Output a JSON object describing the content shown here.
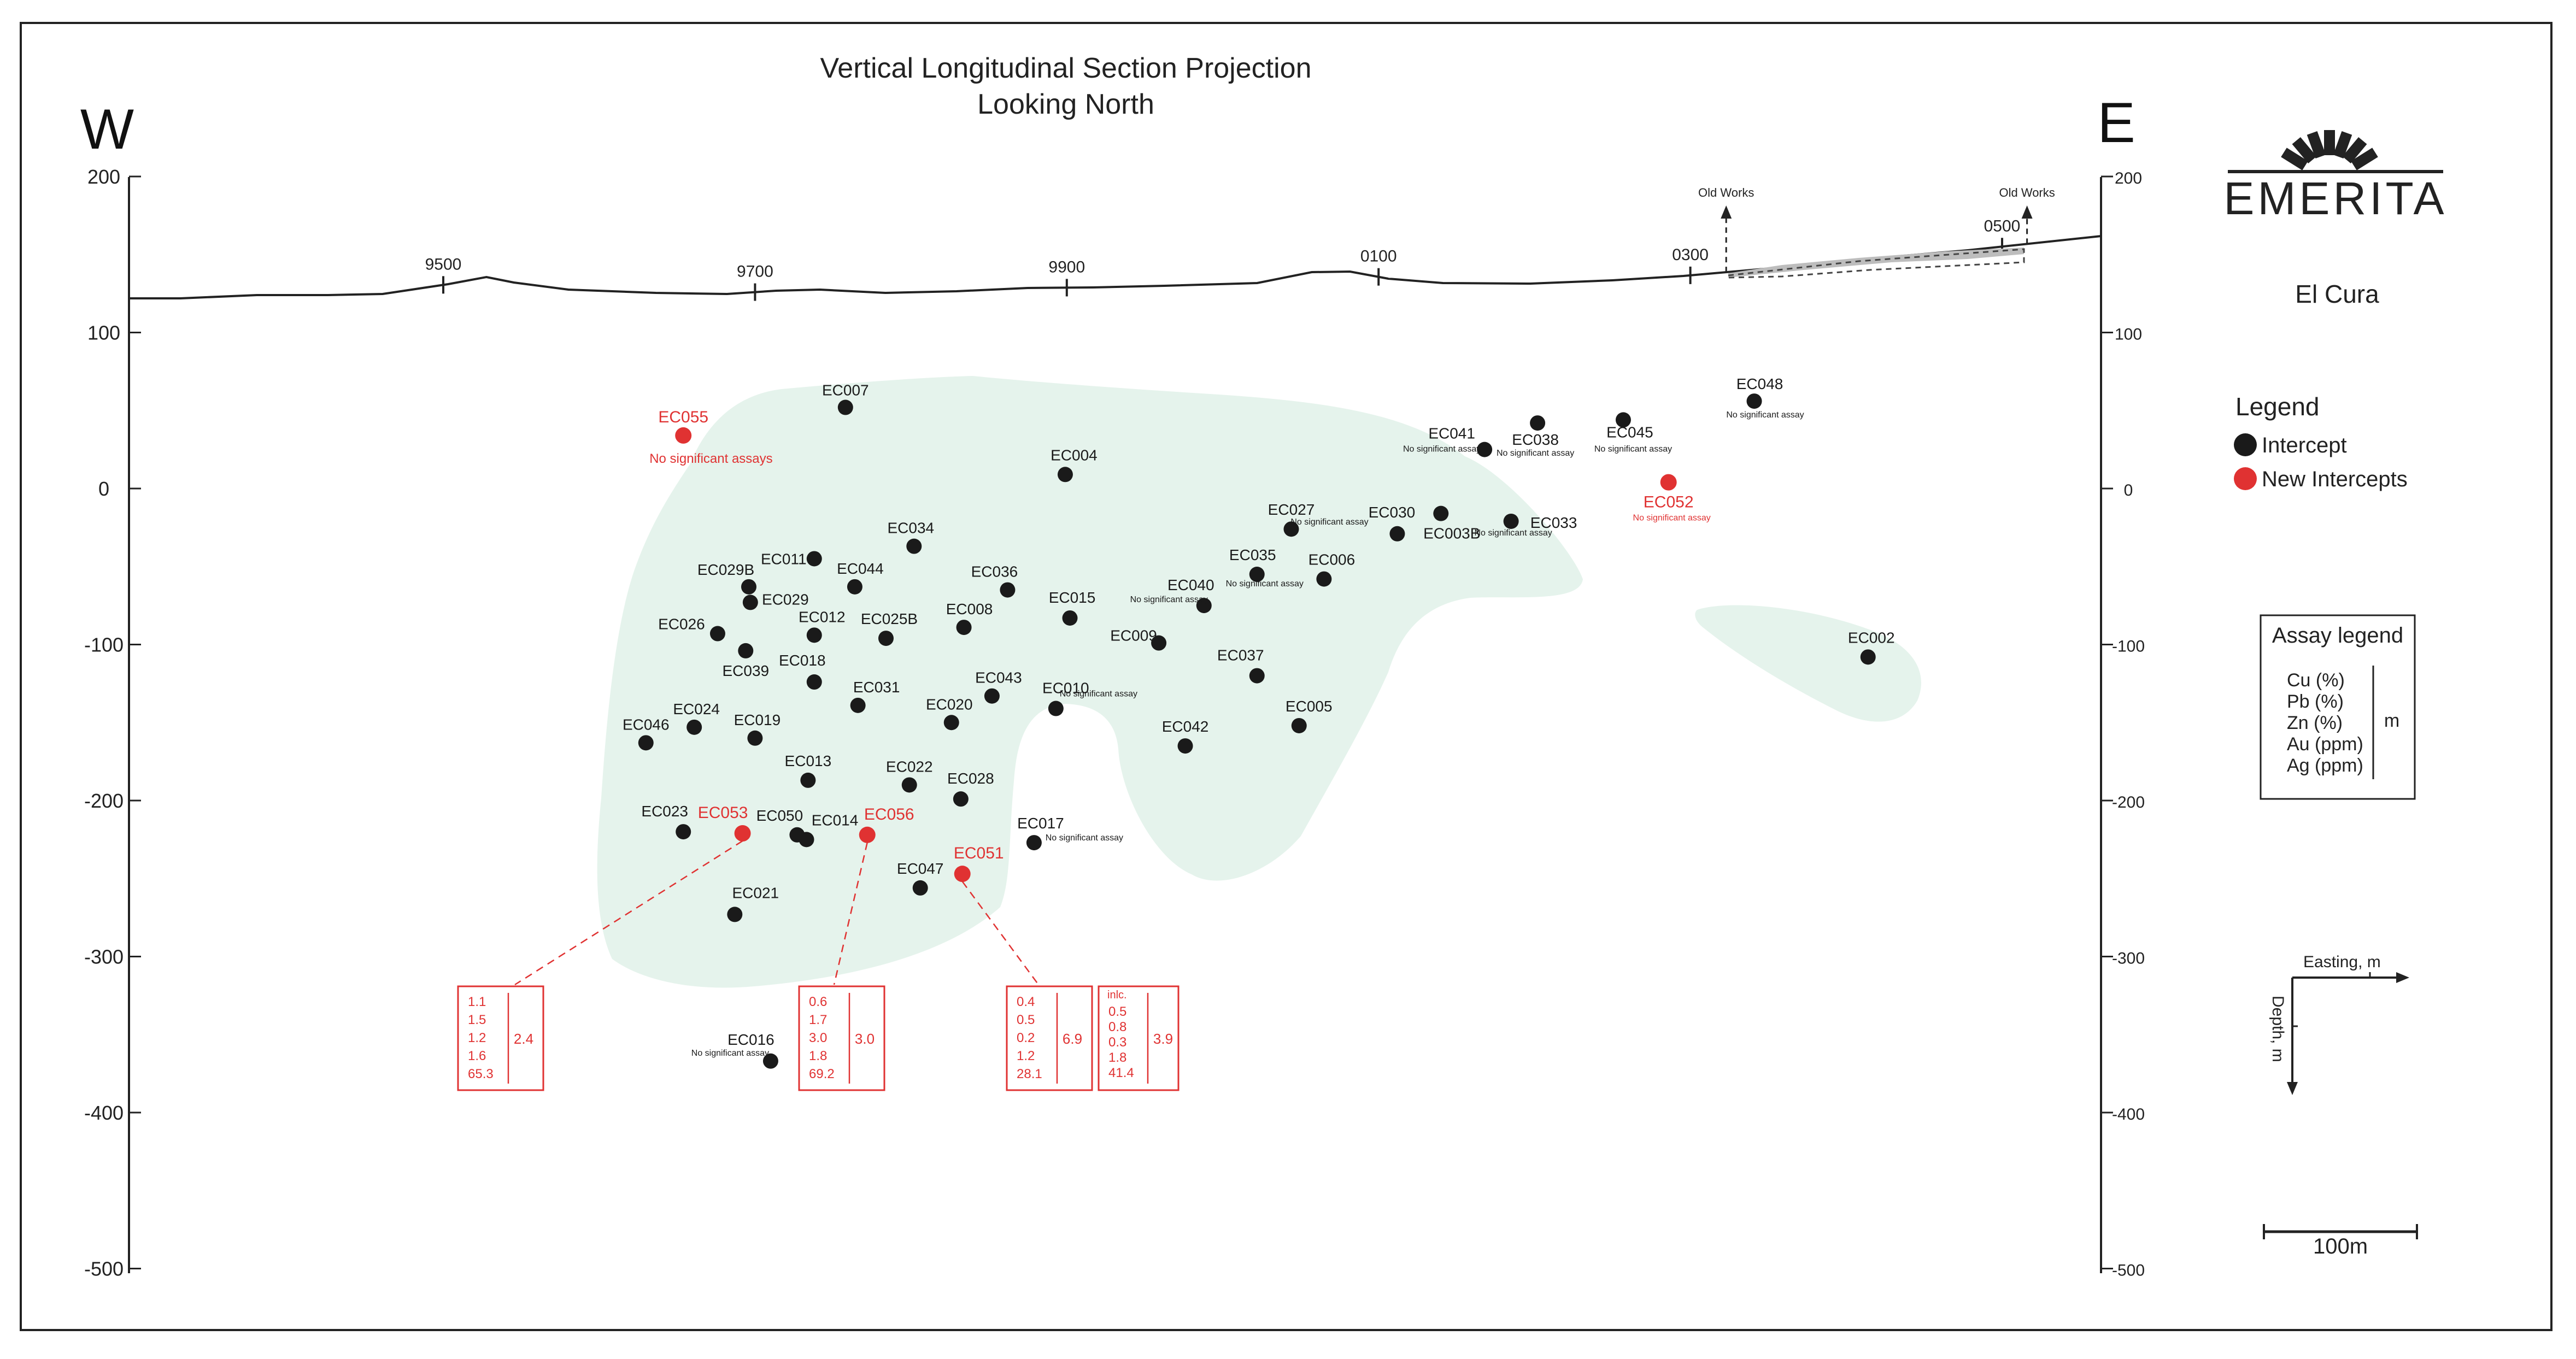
{
  "title": {
    "line1": "Vertical Longitudinal Section Projection",
    "line2": "Looking North"
  },
  "orientation": {
    "west": "W",
    "east": "E"
  },
  "depth_axis": {
    "ticks": [
      {
        "value": 200,
        "label": "200"
      },
      {
        "value": 100,
        "label": "100"
      },
      {
        "value": 0,
        "label": "0"
      },
      {
        "value": -100,
        "label": "-100"
      },
      {
        "value": -200,
        "label": "-200"
      },
      {
        "value": -300,
        "label": "-300"
      },
      {
        "value": -400,
        "label": "-400"
      },
      {
        "value": -500,
        "label": "-500"
      }
    ]
  },
  "easting_ticks": [
    {
      "label": "9500",
      "easting": 9500
    },
    {
      "label": "9700",
      "easting": 9700
    },
    {
      "label": "9900",
      "easting": 9900
    },
    {
      "label": "0100",
      "easting": 10100
    },
    {
      "label": "0300",
      "easting": 10300
    },
    {
      "label": "0500",
      "easting": 10500
    }
  ],
  "old_works": [
    {
      "label": "Old Works",
      "easting": 10323
    },
    {
      "label": "Old Works",
      "easting": 10516
    }
  ],
  "logo": {
    "text": "EMERITA"
  },
  "project_name": "El Cura",
  "legend": {
    "title": "Legend",
    "items": [
      {
        "label": "Intercept",
        "color": "#1a1a1a"
      },
      {
        "label": "New Intercepts",
        "color": "#e03232"
      }
    ]
  },
  "assay_legend": {
    "title": "Assay legend",
    "rows": [
      "Cu (%)",
      "Pb (%)",
      "Zn (%)",
      "Au (ppm)",
      "Ag (ppm)"
    ],
    "width_label": "m"
  },
  "direction_indicator": {
    "easting_label": "Easting, m",
    "depth_label": "Depth, m"
  },
  "scale_bar": {
    "label": "100m"
  },
  "colors": {
    "intercept": "#1a1a1a",
    "new_intercept": "#e03232",
    "mineralized_zone": "#e5f3ec",
    "old_workings": "#bdbdbd",
    "frame": "#222222"
  },
  "no_assay_note": "No significant assay",
  "holes": [
    {
      "id": "EC007",
      "easting": 9758,
      "depth": 52,
      "type": "intercept"
    },
    {
      "id": "EC055",
      "easting": 9654,
      "depth": 34,
      "type": "new",
      "note": "No significant assays"
    },
    {
      "id": "EC004",
      "easting": 9899,
      "depth": 9,
      "type": "intercept"
    },
    {
      "id": "EC034",
      "easting": 9802,
      "depth": -37,
      "type": "intercept"
    },
    {
      "id": "EC011",
      "easting": 9738,
      "depth": -45,
      "type": "intercept"
    },
    {
      "id": "EC044",
      "easting": 9764,
      "depth": -63,
      "type": "intercept"
    },
    {
      "id": "EC029B",
      "easting": 9696,
      "depth": -63,
      "type": "intercept"
    },
    {
      "id": "EC029",
      "easting": 9697,
      "depth": -73,
      "type": "intercept"
    },
    {
      "id": "EC036",
      "easting": 9862,
      "depth": -65,
      "type": "intercept"
    },
    {
      "id": "EC015",
      "easting": 9902,
      "depth": -83,
      "type": "intercept"
    },
    {
      "id": "EC012",
      "easting": 9738,
      "depth": -94,
      "type": "intercept"
    },
    {
      "id": "EC025B",
      "easting": 9784,
      "depth": -96,
      "type": "intercept"
    },
    {
      "id": "EC008",
      "easting": 9834,
      "depth": -89,
      "type": "intercept"
    },
    {
      "id": "EC026",
      "easting": 9676,
      "depth": -93,
      "type": "intercept"
    },
    {
      "id": "EC039",
      "easting": 9694,
      "depth": -104,
      "type": "intercept"
    },
    {
      "id": "EC018",
      "easting": 9738,
      "depth": -124,
      "type": "intercept"
    },
    {
      "id": "EC031",
      "easting": 9766,
      "depth": -139,
      "type": "intercept"
    },
    {
      "id": "EC043",
      "easting": 9852,
      "depth": -133,
      "type": "intercept"
    },
    {
      "id": "EC020",
      "easting": 9826,
      "depth": -150,
      "type": "intercept"
    },
    {
      "id": "EC010",
      "easting": 9893,
      "depth": -141,
      "type": "intercept",
      "note": "No significant assay"
    },
    {
      "id": "EC046",
      "easting": 9630,
      "depth": -163,
      "type": "intercept"
    },
    {
      "id": "EC024",
      "easting": 9661,
      "depth": -153,
      "type": "intercept"
    },
    {
      "id": "EC019",
      "easting": 9700,
      "depth": -160,
      "type": "intercept"
    },
    {
      "id": "EC013",
      "easting": 9734,
      "depth": -187,
      "type": "intercept"
    },
    {
      "id": "EC022",
      "easting": 9799,
      "depth": -190,
      "type": "intercept"
    },
    {
      "id": "EC028",
      "easting": 9832,
      "depth": -199,
      "type": "intercept"
    },
    {
      "id": "EC023",
      "easting": 9654,
      "depth": -220,
      "type": "intercept"
    },
    {
      "id": "EC053",
      "easting": 9692,
      "depth": -221,
      "type": "new"
    },
    {
      "id": "EC050",
      "easting": 9727,
      "depth": -222,
      "type": "intercept"
    },
    {
      "id": "EC014",
      "easting": 9733,
      "depth": -225,
      "type": "intercept"
    },
    {
      "id": "EC056",
      "easting": 9772,
      "depth": -222,
      "type": "new"
    },
    {
      "id": "EC017",
      "easting": 9879,
      "depth": -227,
      "type": "intercept",
      "note": "No significant assay"
    },
    {
      "id": "EC051",
      "easting": 9833,
      "depth": -247,
      "type": "new"
    },
    {
      "id": "EC047",
      "easting": 9806,
      "depth": -256,
      "type": "intercept"
    },
    {
      "id": "EC021",
      "easting": 9687,
      "depth": -273,
      "type": "intercept"
    },
    {
      "id": "EC016",
      "easting": 9710,
      "depth": -367,
      "type": "intercept",
      "note": "No significant assay"
    },
    {
      "id": "EC027",
      "easting": 10044,
      "depth": -26,
      "type": "intercept",
      "note": "No significant assay"
    },
    {
      "id": "EC035",
      "easting": 10022,
      "depth": -55,
      "type": "intercept",
      "note": "No significant assay"
    },
    {
      "id": "EC040",
      "easting": 9988,
      "depth": -75,
      "type": "intercept",
      "note": "No significant assay"
    },
    {
      "id": "EC009",
      "easting": 9959,
      "depth": -99,
      "type": "intercept"
    },
    {
      "id": "EC006",
      "easting": 10065,
      "depth": -58,
      "type": "intercept"
    },
    {
      "id": "EC030",
      "easting": 10112,
      "depth": -29,
      "type": "intercept"
    },
    {
      "id": "EC003B",
      "easting": 10140,
      "depth": -16,
      "type": "intercept"
    },
    {
      "id": "EC033",
      "easting": 10185,
      "depth": -21,
      "type": "intercept",
      "note": "No significant assay"
    },
    {
      "id": "EC041",
      "easting": 10168,
      "depth": 25,
      "type": "intercept",
      "note": "No significant assay"
    },
    {
      "id": "EC038",
      "easting": 10202,
      "depth": 42,
      "type": "intercept",
      "note": "No significant assay"
    },
    {
      "id": "EC045",
      "easting": 10257,
      "depth": 44,
      "type": "intercept",
      "note": "No significant assay"
    },
    {
      "id": "EC052",
      "easting": 10286,
      "depth": 4,
      "type": "new",
      "note": "No significant assay"
    },
    {
      "id": "EC048",
      "easting": 10341,
      "depth": 56,
      "type": "intercept",
      "note": "No significant assay"
    },
    {
      "id": "EC037",
      "easting": 10022,
      "depth": -120,
      "type": "intercept"
    },
    {
      "id": "EC005",
      "easting": 10049,
      "depth": -152,
      "type": "intercept"
    },
    {
      "id": "EC042",
      "easting": 9976,
      "depth": -165,
      "type": "intercept"
    },
    {
      "id": "EC002",
      "easting": 10414,
      "depth": -108,
      "type": "intercept"
    }
  ],
  "assay_boxes": [
    {
      "hole": "EC053",
      "values": [
        "1.1",
        "1.5",
        "1.2",
        "1.6",
        "65.3"
      ],
      "width": "2.4"
    },
    {
      "hole": "EC056",
      "values": [
        "0.6",
        "1.7",
        "3.0",
        "1.8",
        "69.2"
      ],
      "width": "3.0"
    },
    {
      "hole": "EC051",
      "values": [
        "0.4",
        "0.5",
        "0.2",
        "1.2",
        "28.1"
      ],
      "width": "6.9"
    },
    {
      "hole": "EC051",
      "header": "inlc.",
      "values": [
        "0.5",
        "0.8",
        "0.3",
        "1.8",
        "41.4"
      ],
      "width": "3.9"
    }
  ]
}
